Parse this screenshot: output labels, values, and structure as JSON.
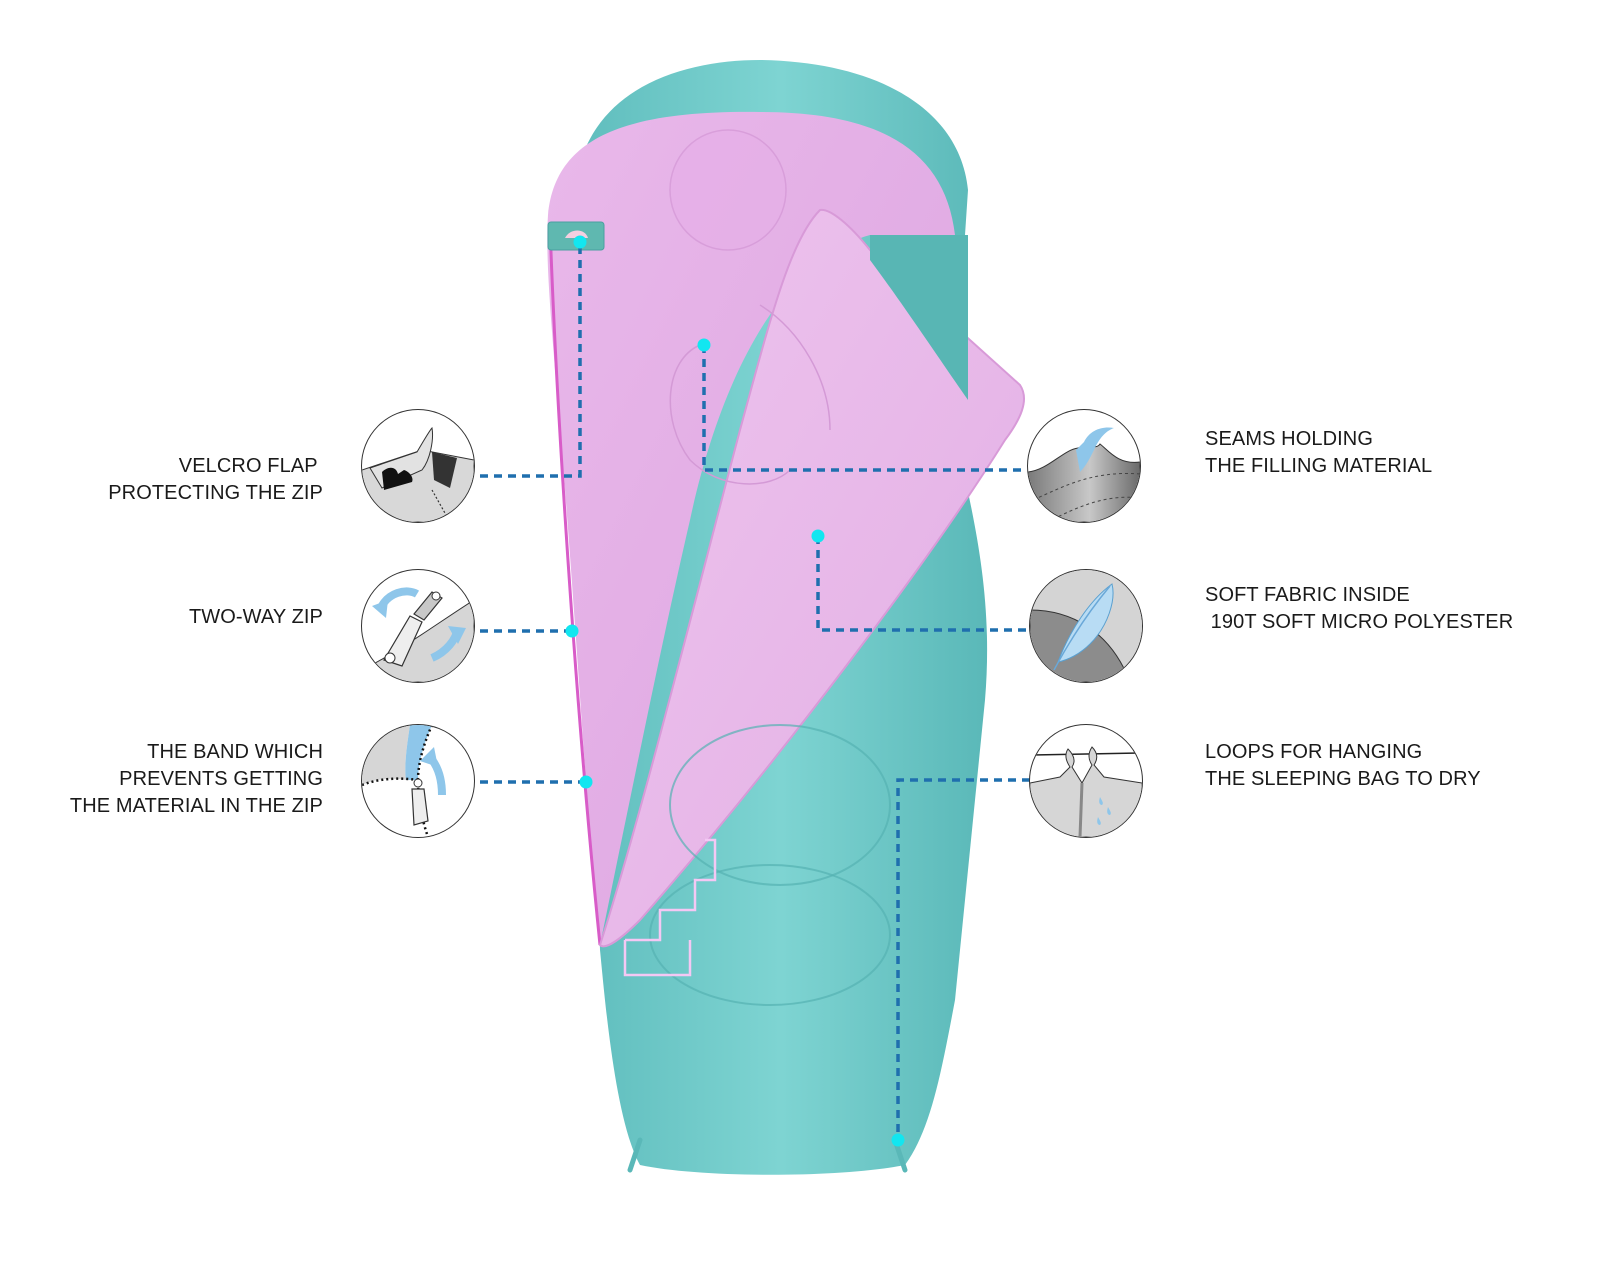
{
  "colors": {
    "outer_shell": "#6cc8c8",
    "inner_lining": "#e8b4e8",
    "zip_trim": "#d85cc8",
    "callout_line": "#1f6fae",
    "callout_dot": "#12e6f0",
    "icon_gray": "#d4d4d4",
    "icon_dark": "#8a8a8a",
    "icon_accent": "#9ccfef",
    "text": "#1a1a1a"
  },
  "product": "sleeping-bag",
  "features": {
    "left": [
      {
        "id": "velcro",
        "icon": "velcro-flap-icon",
        "lines": [
          "VELCRO FLAP ",
          "PROTECTING THE ZIP"
        ]
      },
      {
        "id": "zip",
        "icon": "two-way-zip-icon",
        "lines": [
          "TWO-WAY ZIP"
        ]
      },
      {
        "id": "band",
        "icon": "anti-snag-band-icon",
        "lines": [
          "THE BAND WHICH",
          "PREVENTS GETTING",
          "THE MATERIAL IN THE ZIP"
        ]
      }
    ],
    "right": [
      {
        "id": "seams",
        "icon": "quilted-seams-icon",
        "lines": [
          "SEAMS HOLDING",
          "THE FILLING MATERIAL"
        ]
      },
      {
        "id": "fabric",
        "icon": "feather-icon",
        "lines": [
          "SOFT FABRIC INSIDE",
          " 190T SOFT MICRO POLYESTER"
        ]
      },
      {
        "id": "loops",
        "icon": "hanging-loops-icon",
        "lines": [
          "LOOPS FOR HANGING",
          "THE SLEEPING BAG TO DRY"
        ]
      }
    ]
  }
}
